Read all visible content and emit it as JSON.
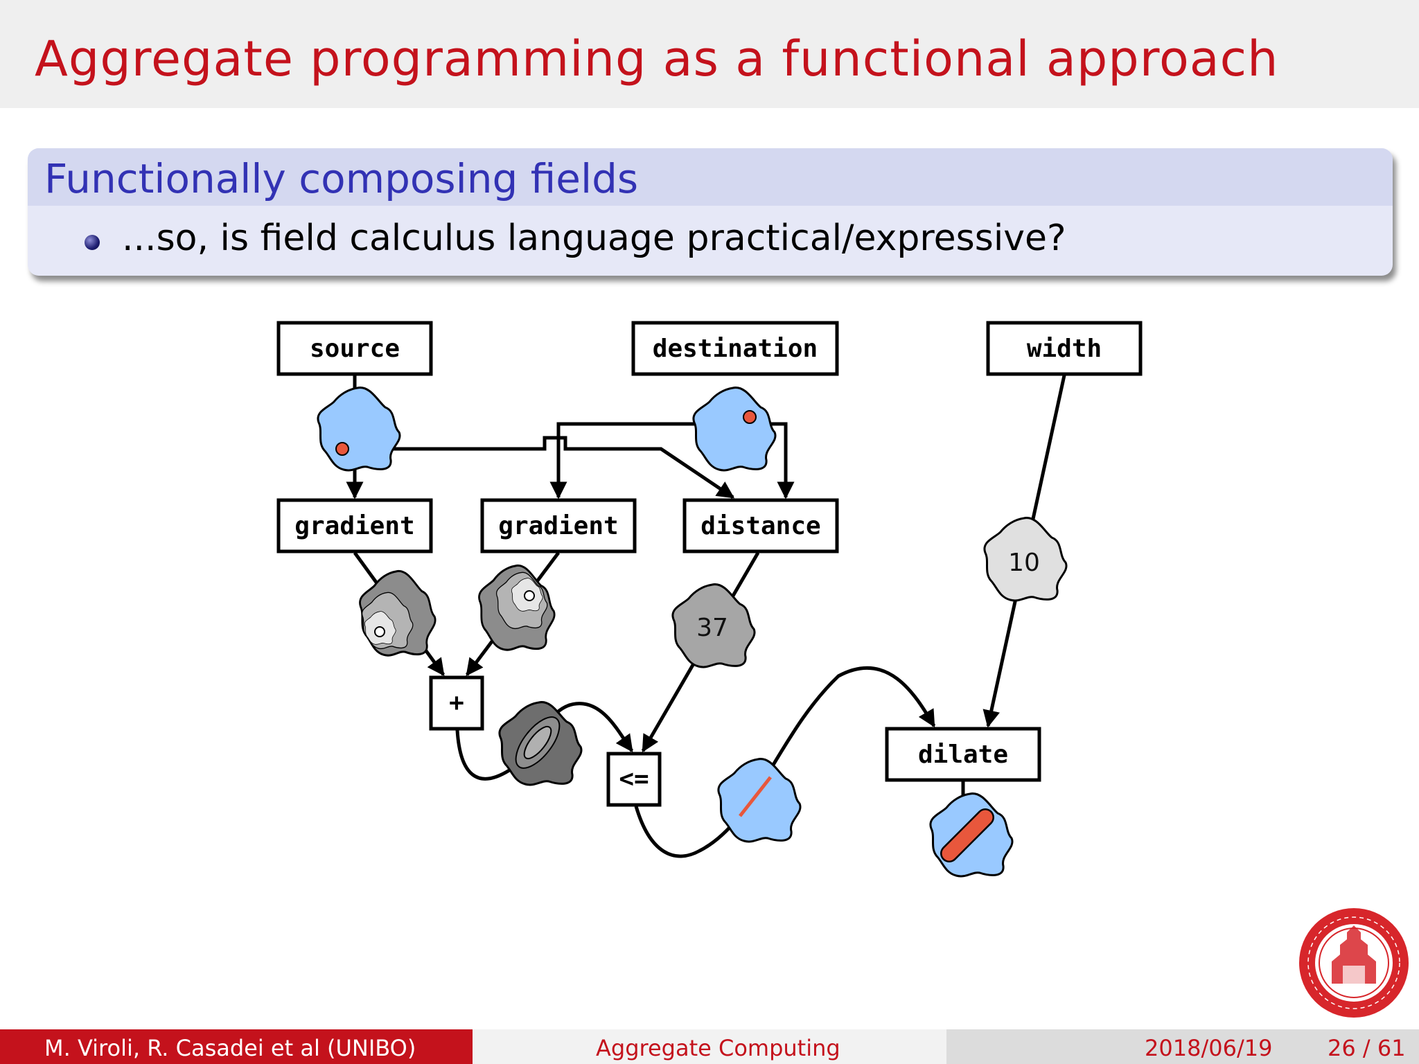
{
  "slide": {
    "title": "Aggregate programming as a functional approach",
    "block_title": "Functionally composing fields",
    "bullet": "...so, is field calculus language practical/expressive?"
  },
  "diagram": {
    "nodes": {
      "source": "source",
      "destination": "destination",
      "width": "width",
      "gradient_1": "gradient",
      "gradient_2": "gradient",
      "distance": "distance",
      "plus": "+",
      "leq": "<=",
      "dilate": "dilate"
    },
    "values": {
      "width_value": "10",
      "distance_value": "37"
    }
  },
  "footer": {
    "authors": "M. Viroli, R. Casadei et al  (UNIBO)",
    "talk": "Aggregate Computing",
    "date": "2018/06/19",
    "page": "26 / 61"
  },
  "colors": {
    "title_red": "#c4121c",
    "block_blue": "#3232b4",
    "field_blue": "#99c9ff",
    "marker_red": "#e8573c"
  }
}
